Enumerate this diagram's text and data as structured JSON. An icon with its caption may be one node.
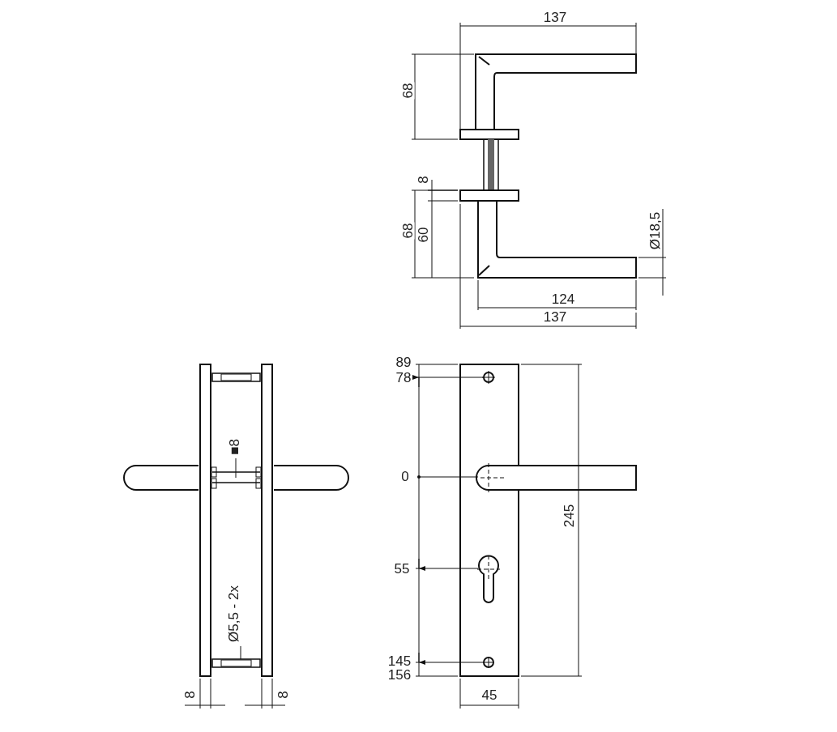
{
  "diagram": {
    "nodes": [
      {
        "text": [
          "■8"
        ]
      },
      {
        "text": [
          "Ø5,5 - 2x"
        ]
      },
      {
        "text": [],
        "shape": "bar"
      }
    ],
    "edges": [
      {
        "from": 0,
        "to": null,
        "arrow": "none"
      },
      {
        "from": 1,
        "to": 2,
        "arrow": "none"
      }
    ],
    "labels": [
      "137",
      "68",
      "8",
      "68",
      "60",
      "Ø18,5",
      "124",
      "137",
      "89",
      "78",
      "0",
      "245",
      "55",
      "145",
      "156",
      "8",
      "8",
      "45"
    ]
  }
}
